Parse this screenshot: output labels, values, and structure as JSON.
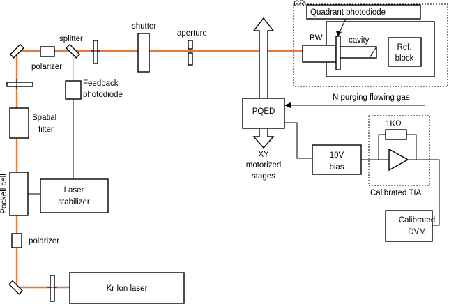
{
  "colors": {
    "laser_beam": "#E57B3A",
    "split_beam": "#F3D2BE",
    "line": "#000000",
    "background": "#FFFFFF"
  },
  "labels": {
    "kr_ion_laser": "Kr Ion laser",
    "polarizer_bottom": "polarizer",
    "pockell_cell": "Pockell cell",
    "laser_stabilizer_1": "Laser",
    "laser_stabilizer_2": "stabilizer",
    "spatial_filter_1": "Spatial",
    "spatial_filter_2": "filter",
    "polarizer_top": "polarizer",
    "splitter": "splitter",
    "feedback_photodiode_1": "Feedback",
    "feedback_photodiode_2": "photodiode",
    "shutter": "shutter",
    "aperture": "aperture",
    "cr": "CR",
    "quadrant_photodiode": "Quadrant photodiode",
    "bw": "BW",
    "cavity": "cavity",
    "ref_block_1": "Ref.",
    "ref_block_2": "block",
    "pqed": "PQED",
    "n_purging": "N purging flowing gas",
    "xy_stages_1": "XY",
    "xy_stages_2": "motorized",
    "xy_stages_3": "stages",
    "bias_10v": "10V",
    "bias_label": "bias",
    "resistor": "1KΩ",
    "calibrated_tia": "Calibrated TIA",
    "calibrated_dvm_1": "Calibrated",
    "calibrated_dvm_2": "DVM"
  }
}
